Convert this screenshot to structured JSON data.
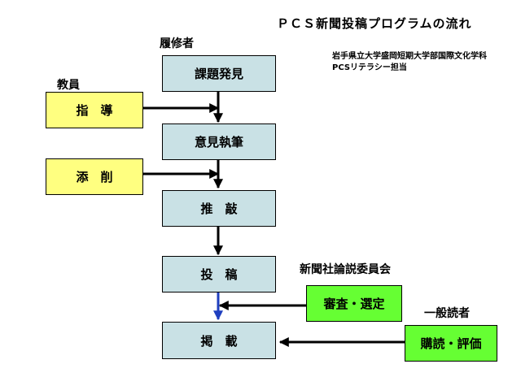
{
  "title": "ＰＣＳ新聞投稿プログラムの流れ",
  "affiliation": {
    "line1": "岩手県立大学盛岡短期大学部国際文化学科",
    "line2": "PCSリテラシー担当"
  },
  "labels": {
    "student": "履修者",
    "teacher": "教員",
    "committee": "新聞社論説委員会",
    "readers": "一般読者"
  },
  "steps": [
    {
      "label": "課題発見"
    },
    {
      "label": "意見執筆"
    },
    {
      "label": "推　敲"
    },
    {
      "label": "投　稿"
    },
    {
      "label": "掲　載"
    }
  ],
  "inputs": [
    {
      "label": "指　導"
    },
    {
      "label": "添　削"
    },
    {
      "label": "審査・選定"
    },
    {
      "label": "購読・評価"
    }
  ],
  "colors": {
    "step_fill": "#c9e1e5",
    "teacher_fill": "#ffff80",
    "external_fill": "#66ff33",
    "arrow": "#000000",
    "highlight_arrow": "#1f3fbf"
  }
}
